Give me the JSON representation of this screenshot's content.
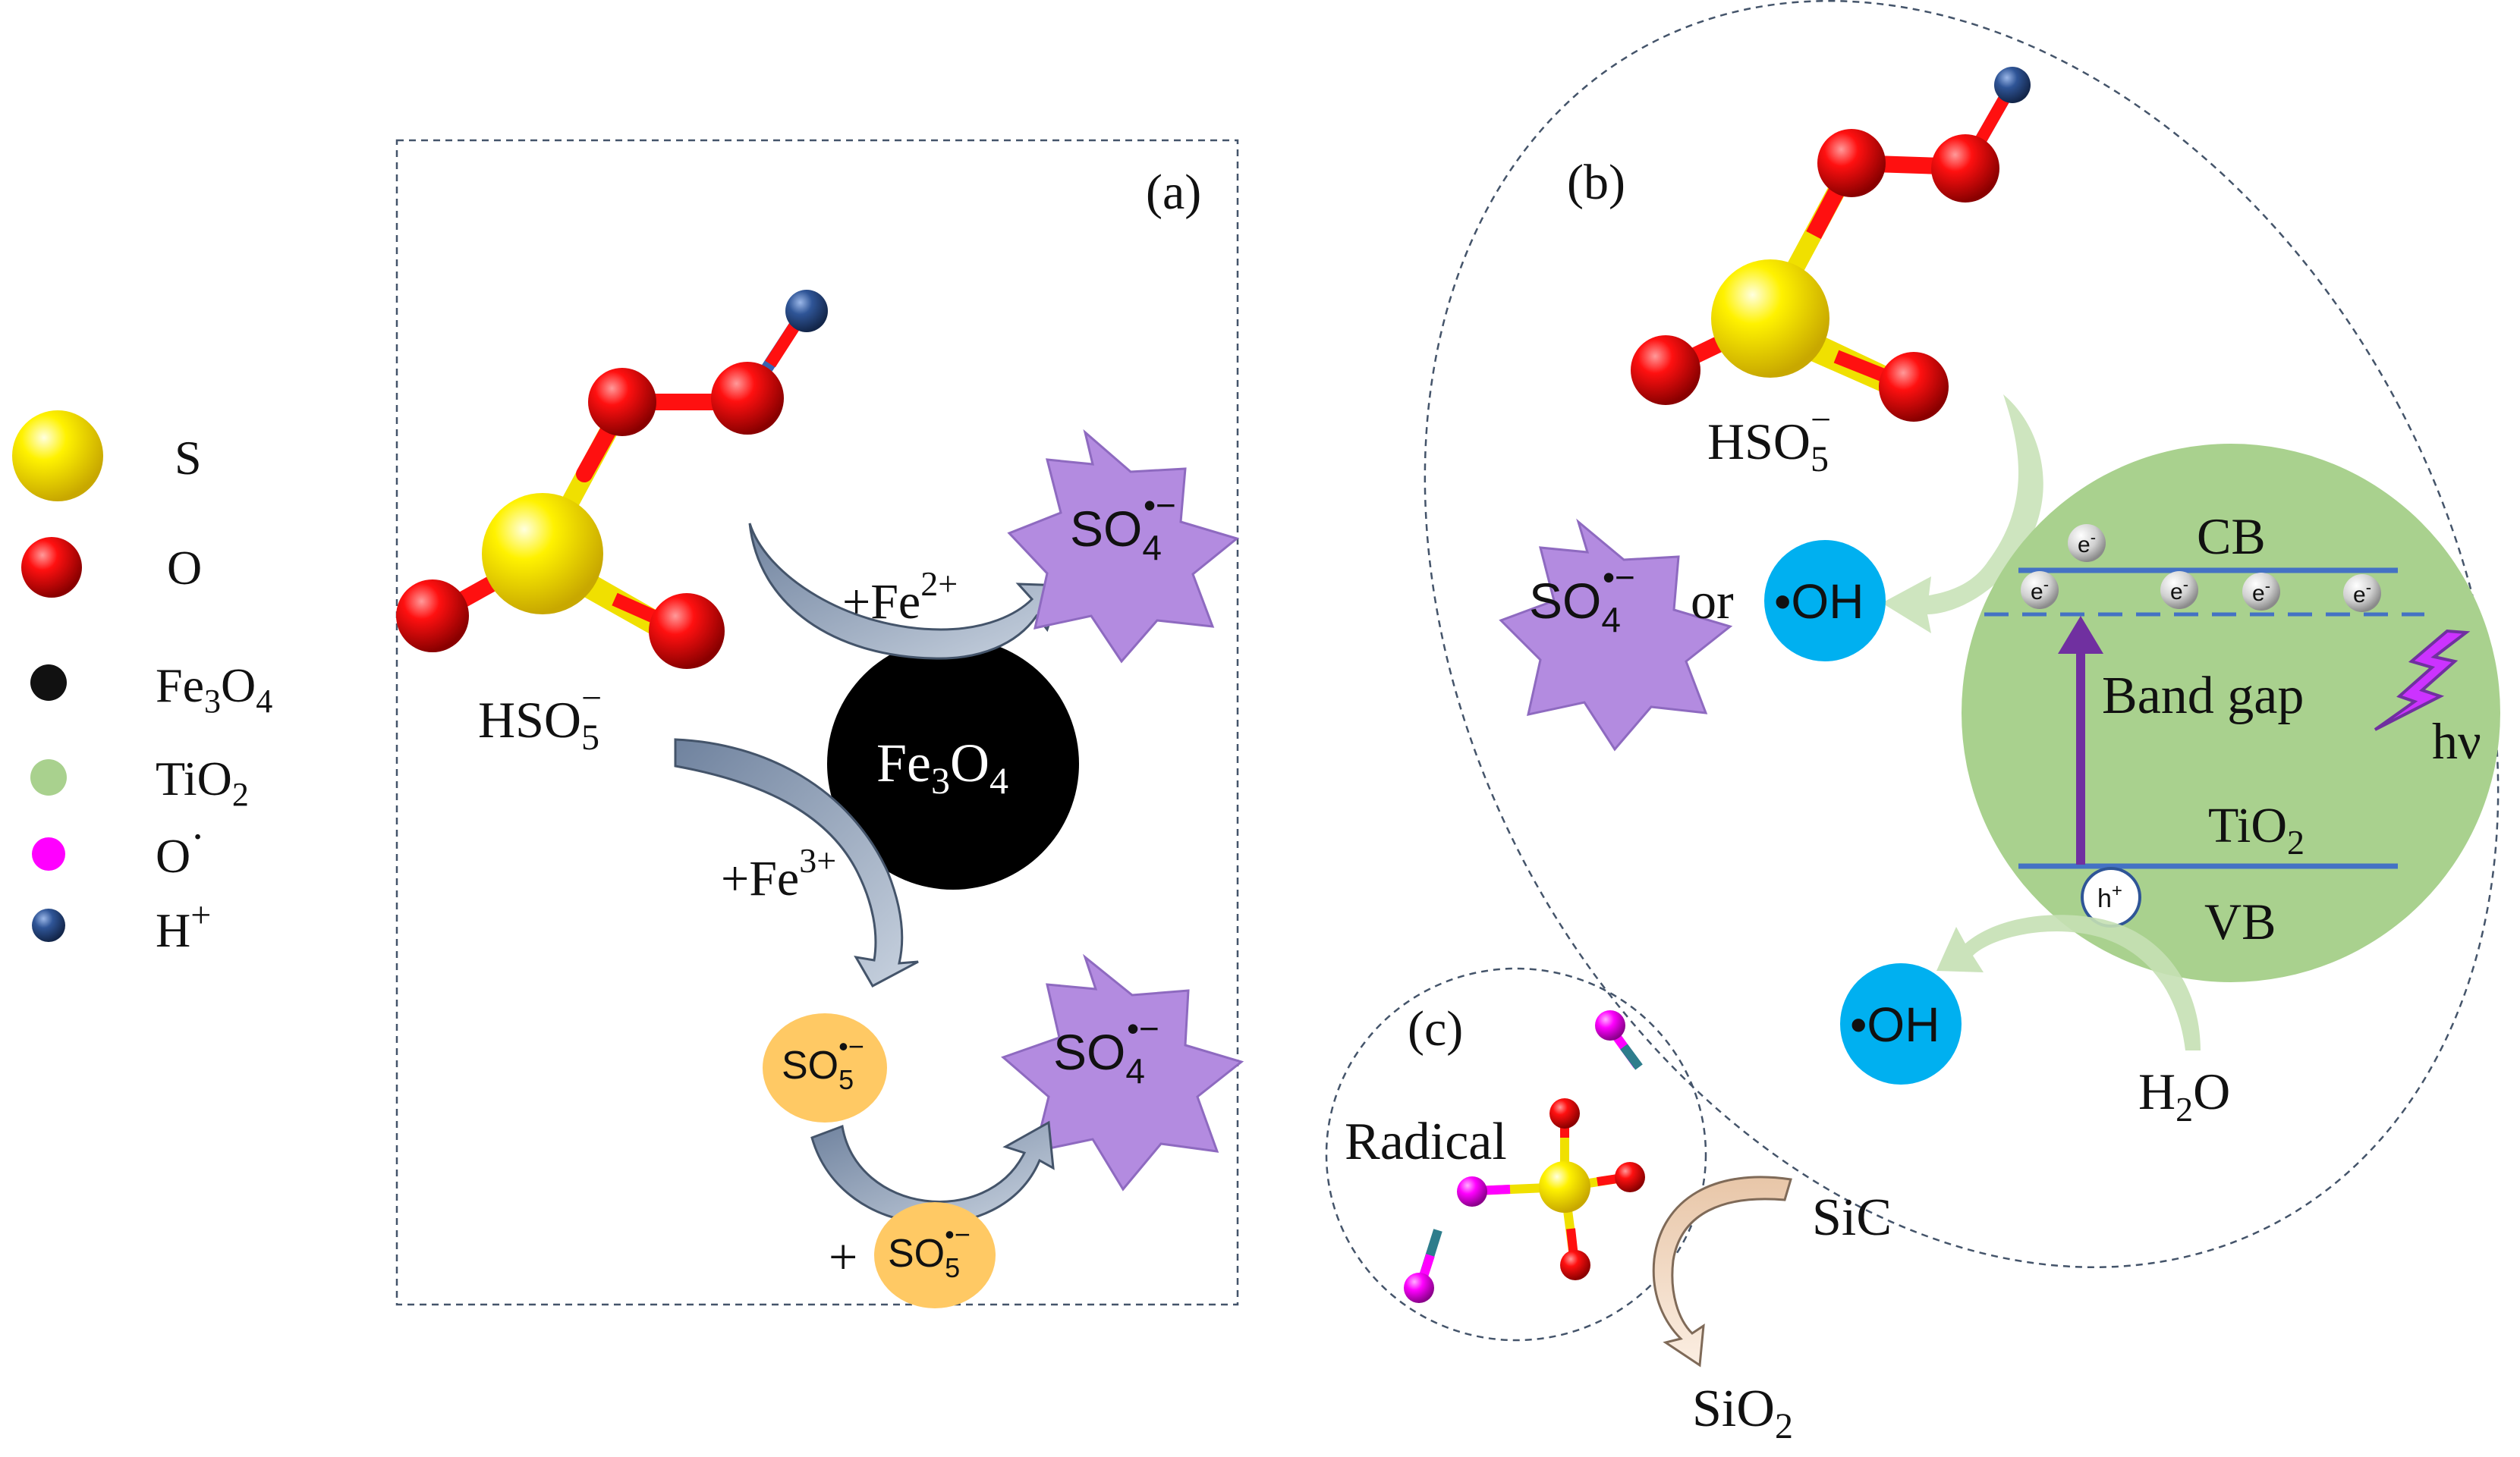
{
  "legend": {
    "items": [
      {
        "key": "s",
        "label": "S",
        "color": "#f5e400"
      },
      {
        "key": "o",
        "label": "O",
        "color": "#e60000"
      },
      {
        "key": "fe3o4",
        "label": "Fe",
        "sub1": "3",
        "label2": "O",
        "sub2": "4",
        "color": "#111111"
      },
      {
        "key": "tio2",
        "label": "TiO",
        "sub1": "2",
        "color": "#a9d18e"
      },
      {
        "key": "orad",
        "label": "O",
        "sup": "·",
        "color": "#ff00ff"
      },
      {
        "key": "h",
        "label": "H",
        "sup": "+",
        "color": "#2f5597"
      }
    ]
  },
  "panel_a": {
    "label": "(a)",
    "hso5": {
      "base": "HSO",
      "sub": "5",
      "sup": "−"
    },
    "fe3o4": {
      "a": "Fe",
      "b": "3",
      "c": "O",
      "d": "4"
    },
    "fe2": {
      "base": "+Fe",
      "sup": "2+"
    },
    "fe3": {
      "base": "+Fe",
      "sup": "3+"
    },
    "so4_top": {
      "base": "SO",
      "sub": "4",
      "sup": "•−"
    },
    "so4_bottom": {
      "base": "SO",
      "sub": "4",
      "sup": "•−"
    },
    "so5_left": {
      "base": "SO",
      "sub": "5",
      "sup": "•−"
    },
    "so5_bottom": {
      "plus": "+",
      "base": "SO",
      "sub": "5",
      "sup": "•−"
    }
  },
  "panel_b": {
    "label": "(b)",
    "hso5": {
      "base": "HSO",
      "sub": "5",
      "sup": "−"
    },
    "so4": {
      "base": "SO",
      "sub": "4",
      "sup": "•−"
    },
    "or": "or",
    "oh_top": "•OH",
    "oh_bottom": "•OH",
    "cb": "CB",
    "vb": "VB",
    "band_gap": "Band gap",
    "tio2": {
      "base": "TiO",
      "sub": "2"
    },
    "hv": "hν",
    "electron": {
      "base": "e",
      "sup": "-"
    },
    "hole": {
      "base": "h",
      "sup": "+"
    },
    "h2o": {
      "a": "H",
      "b": "2",
      "c": "O"
    }
  },
  "panel_c": {
    "label": "(c)",
    "radical": "Radical",
    "sic": "SiC",
    "sio2": {
      "base": "SiO",
      "sub": "2"
    }
  },
  "colors": {
    "sulfur": "#f5e400",
    "oxygen": "#e60000",
    "hydrogen": "#2f5597",
    "fe3o4": "#000000",
    "tio2": "#a9d18e",
    "so4_star": "#b38be0",
    "so5_blob": "#ffc964",
    "oh_circle": "#00b0f0",
    "band_line": "#4472c4",
    "band_arrow": "#7030a0",
    "lightning": "#cc33ff",
    "arrow_gray": "#8496b0",
    "arrow_tan": "#f4d9c1"
  }
}
